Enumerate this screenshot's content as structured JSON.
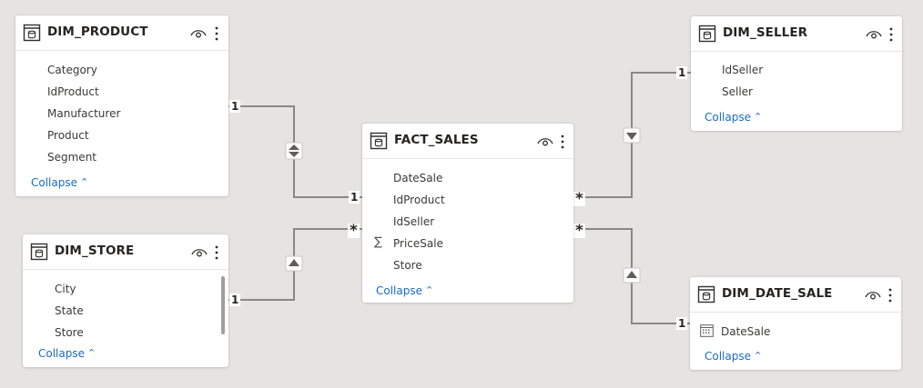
{
  "tables": {
    "dim_product": {
      "title": "DIM_PRODUCT",
      "fields": [
        "Category",
        "IdProduct",
        "Manufacturer",
        "Product",
        "Segment"
      ],
      "collapse_label": "Collapse"
    },
    "dim_store": {
      "title": "DIM_STORE",
      "fields": [
        "City",
        "State",
        "Store"
      ],
      "collapse_label": "Collapse"
    },
    "fact_sales": {
      "title": "FACT_SALES",
      "fields": [
        "DateSale",
        "IdProduct",
        "IdSeller",
        "PriceSale",
        "Store"
      ],
      "collapse_label": "Collapse"
    },
    "dim_seller": {
      "title": "DIM_SELLER",
      "fields": [
        "IdSeller",
        "Seller"
      ],
      "collapse_label": "Collapse"
    },
    "dim_date_sale": {
      "title": "DIM_DATE_SALE",
      "fields": [
        "DateSale"
      ],
      "collapse_label": "Collapse"
    }
  },
  "relationships": {
    "product_fact": {
      "one": "1",
      "many": "1"
    },
    "store_fact": {
      "one": "1",
      "many": "*"
    },
    "seller_fact": {
      "one": "1",
      "many": "*"
    },
    "date_fact": {
      "one": "1",
      "many": "*"
    }
  },
  "icons": {
    "table": "table-icon",
    "visibility": "eye-icon",
    "more": "more-options-icon",
    "sum": "sigma-icon",
    "calendar": "calendar-icon",
    "cross_filter_both": "double-arrow-icon",
    "cross_filter_single": "single-arrow-icon"
  },
  "colors": {
    "canvas": "#e5e4e2",
    "line": "#8a8886",
    "link": "#1a6bc4"
  }
}
